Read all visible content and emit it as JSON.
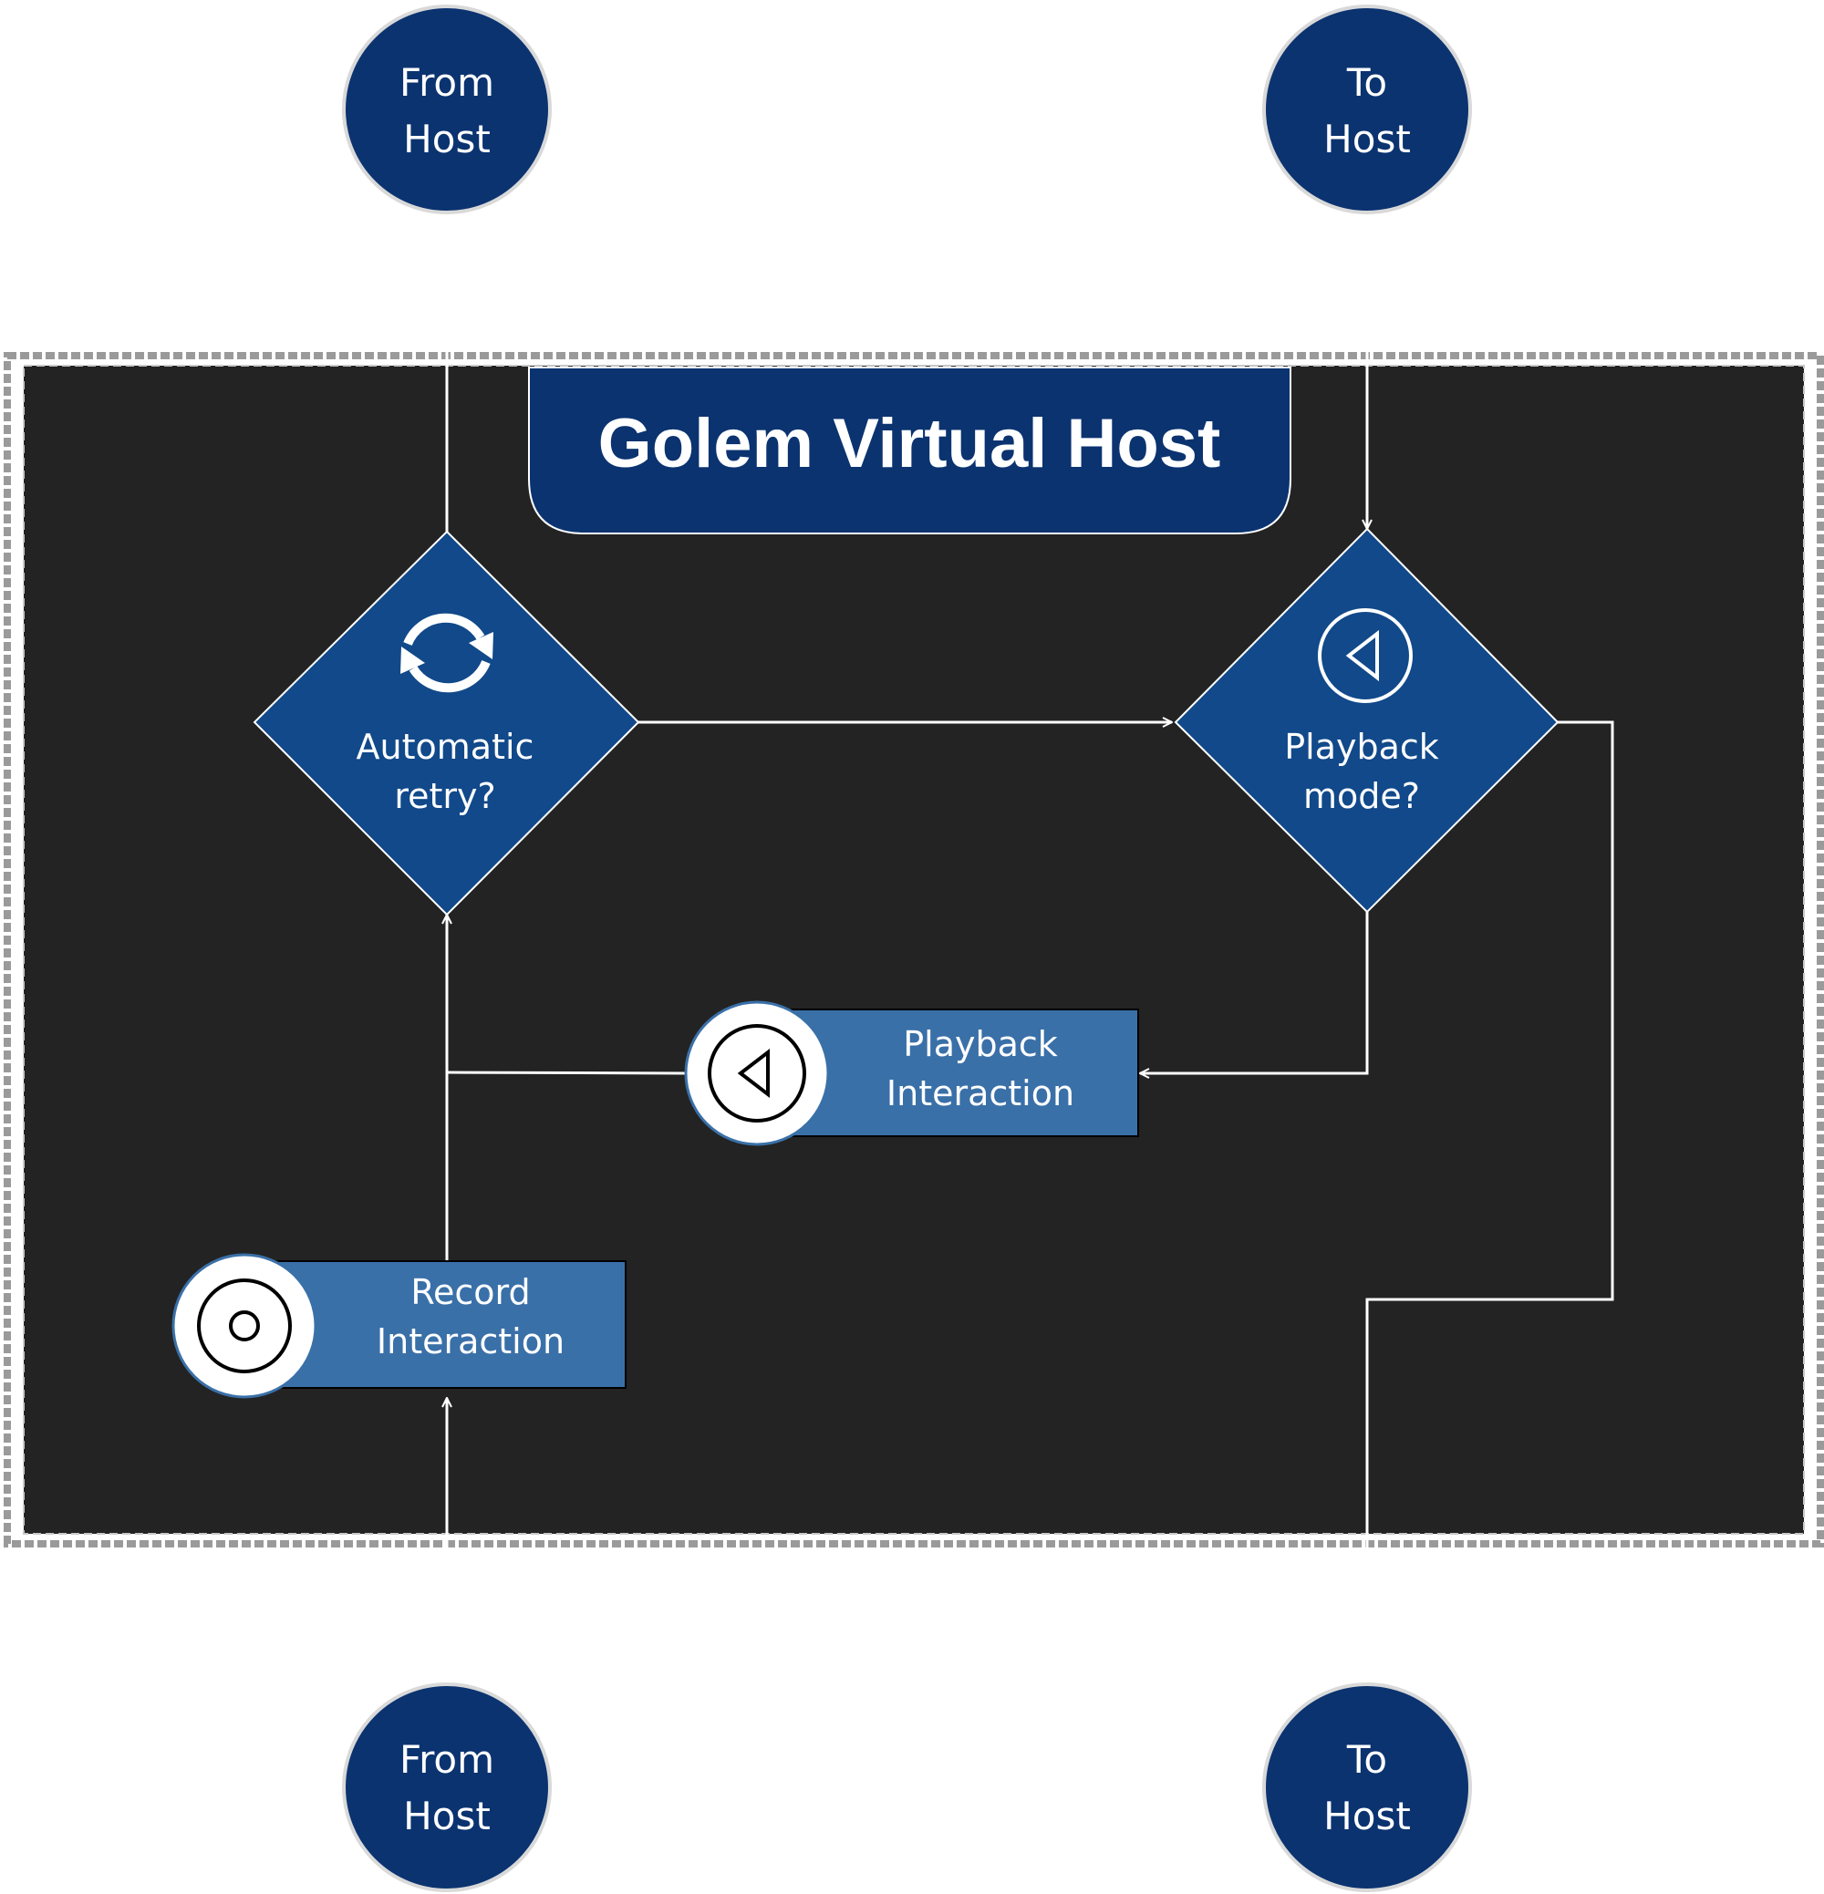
{
  "title": "Golem Virtual Host",
  "nodes": {
    "from_host_top": {
      "line1": "From",
      "line2": "Host"
    },
    "to_host_top": {
      "line1": "To",
      "line2": "Host"
    },
    "from_host_bottom": {
      "line1": "From",
      "line2": "Host"
    },
    "to_host_bottom": {
      "line1": "To",
      "line2": "Host"
    },
    "automatic_retry": {
      "line1": "Automatic",
      "line2": "retry?",
      "icon": "refresh-icon"
    },
    "playback_mode": {
      "line1": "Playback",
      "line2": "mode?",
      "icon": "play-back-icon"
    },
    "playback_interaction": {
      "line1": "Playback",
      "line2": "Interaction",
      "icon": "play-back-icon"
    },
    "record_interaction": {
      "line1": "Record",
      "line2": "Interaction",
      "icon": "record-icon"
    }
  },
  "colors": {
    "background": "#232323",
    "host_circle": "#0b3370",
    "decision": "#11498a",
    "process": "#3a70a8",
    "title_bar": "#0b3370",
    "connector": "#ffffff"
  }
}
